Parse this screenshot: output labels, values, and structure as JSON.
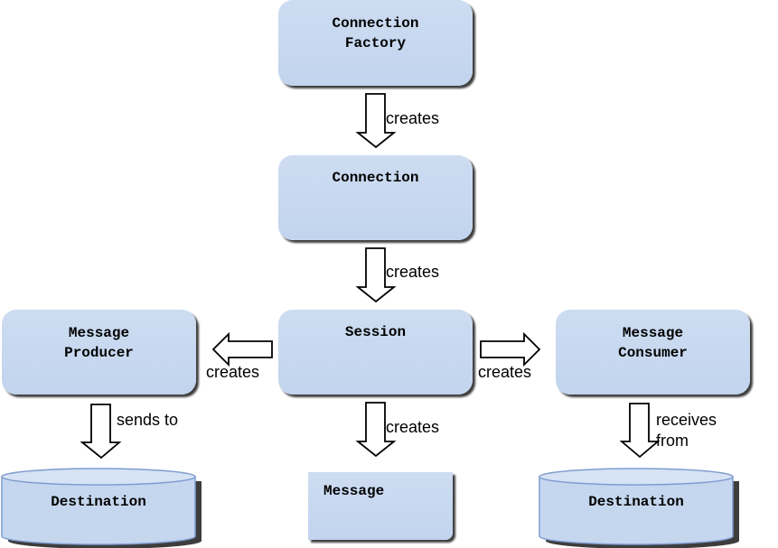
{
  "nodes": {
    "connection_factory": {
      "line1": "Connection",
      "line2": "Factory"
    },
    "connection": {
      "line1": "Connection"
    },
    "session": {
      "line1": "Session"
    },
    "message_producer": {
      "line1": "Message",
      "line2": "Producer"
    },
    "message_consumer": {
      "line1": "Message",
      "line2": "Consumer"
    },
    "message": {
      "line1": "Message"
    },
    "destination_left": {
      "line1": "Destination"
    },
    "destination_right": {
      "line1": "Destination"
    }
  },
  "edges": {
    "factory_to_connection": "creates",
    "connection_to_session": "creates",
    "session_to_producer": "creates",
    "session_to_consumer": "creates",
    "session_to_message": "creates",
    "producer_to_destination": "sends to",
    "consumer_from_destination_line1": "receives",
    "consumer_from_destination_line2": "from"
  },
  "colors": {
    "node_fill": "#c5d7ef",
    "node_shadow": "#3d3d3d",
    "cylinder_stroke": "#7f9ccf",
    "arrow_stroke": "#000000"
  }
}
